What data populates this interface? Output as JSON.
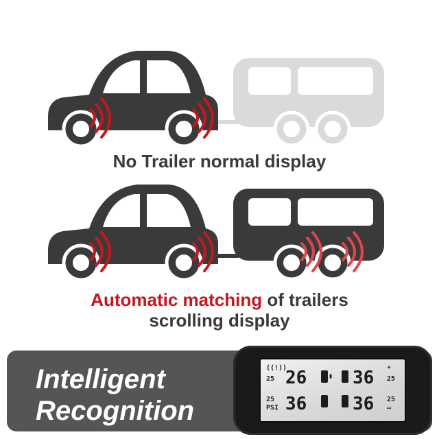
{
  "captions": {
    "top": "No Trailer normal display",
    "bottom_accent": "Automatic matching",
    "bottom_rest_line1": " of trailers",
    "bottom_line2": "scrolling display"
  },
  "banner": {
    "line1": "Intelligent",
    "line2": "Recognition"
  },
  "device": {
    "readouts": {
      "front_left": "26",
      "front_right": "36",
      "rear_left": "36",
      "rear_right": "36",
      "temp_fl": "25",
      "temp_fr": "25",
      "temp_rl": "25",
      "temp_rr": "25",
      "unit": "PSI"
    }
  },
  "colors": {
    "car": "#3a3a3a",
    "trailer_ghost": "#d6d6d6",
    "trailer": "#3a3a3a",
    "sensor_wave": "#c8161d",
    "accent_text": "#c8161d",
    "banner_bg": "#555555"
  }
}
